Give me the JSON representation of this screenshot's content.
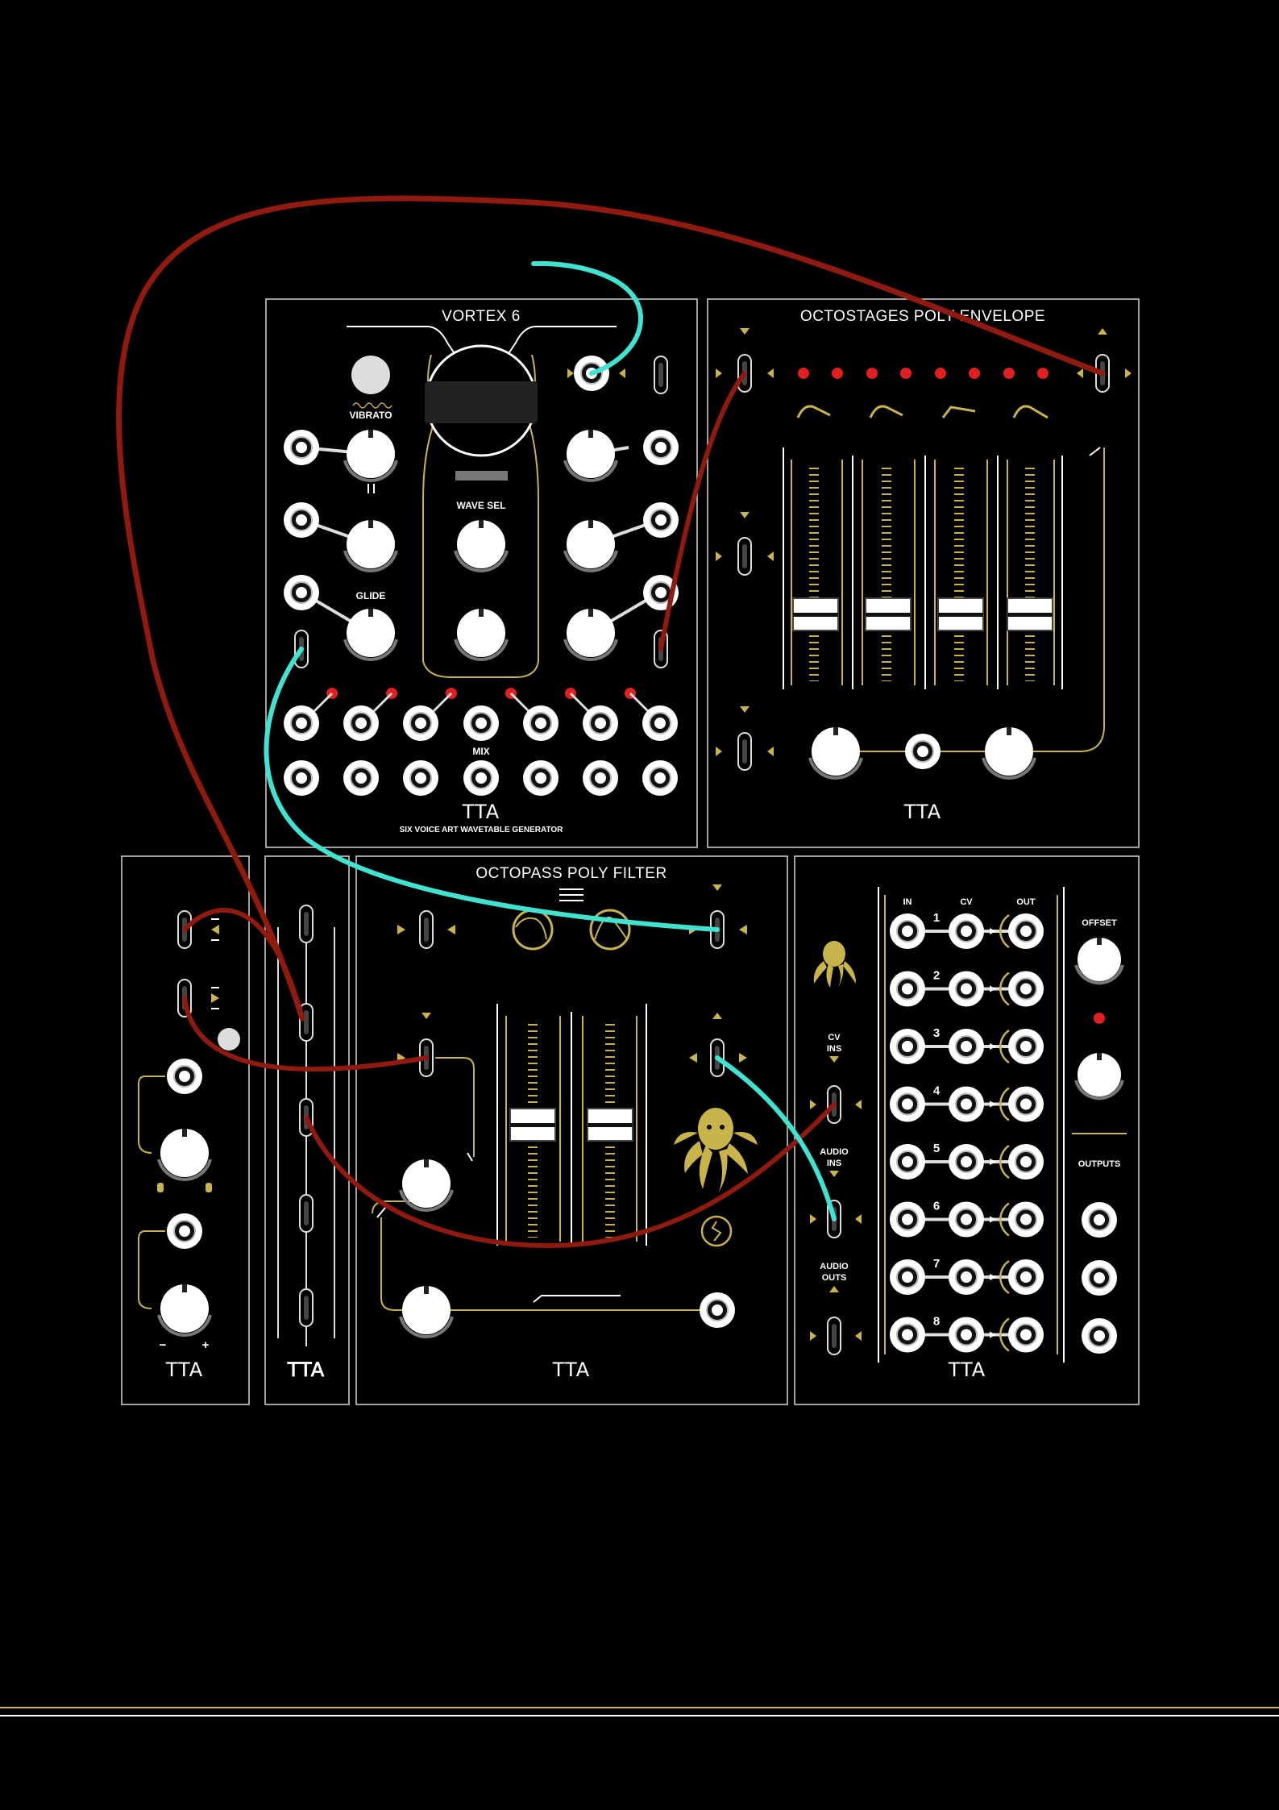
{
  "colors": {
    "background": "#000000",
    "panel_border": "#d6d6d6",
    "accent_gold": "#c8b44a",
    "led_red": "#e02020",
    "cable_red": "#8e1a10",
    "cable_cyan": "#3fe3cf",
    "knob_white": "#ffffff"
  },
  "modules": {
    "vortex": {
      "title": "VORTEX 6",
      "vibrato_label": "VIBRATO",
      "wave_sel_label": "WAVE SEL",
      "glide_label": "GLIDE",
      "mix_label": "MIX",
      "logo": "TTA",
      "subtitle": "SIX VOICE ART WAVETABLE GENERATOR"
    },
    "octostages": {
      "title": "OCTOSTAGES POLY ENVELOPE",
      "logo": "TTA"
    },
    "small_a": {
      "logo": "TTA",
      "minus": "−",
      "plus": "+"
    },
    "small_b": {
      "logo": "TTA"
    },
    "octopass": {
      "title": "OCTOPASS POLY FILTER",
      "logo": "TTA"
    },
    "router": {
      "in_label": "IN",
      "cv_label": "CV",
      "out_label": "OUT",
      "offset_label": "OFFSET",
      "cv_ins_label_1": "CV",
      "cv_ins_label_2": "INS",
      "audio_ins_label_1": "AUDIO",
      "audio_ins_label_2": "INS",
      "audio_outs_label_1": "AUDIO",
      "audio_outs_label_2": "OUTS",
      "outputs_label": "OUTPUTS",
      "channels": [
        "1",
        "2",
        "3",
        "4",
        "5",
        "6",
        "7",
        "8"
      ],
      "logo": "TTA"
    }
  }
}
